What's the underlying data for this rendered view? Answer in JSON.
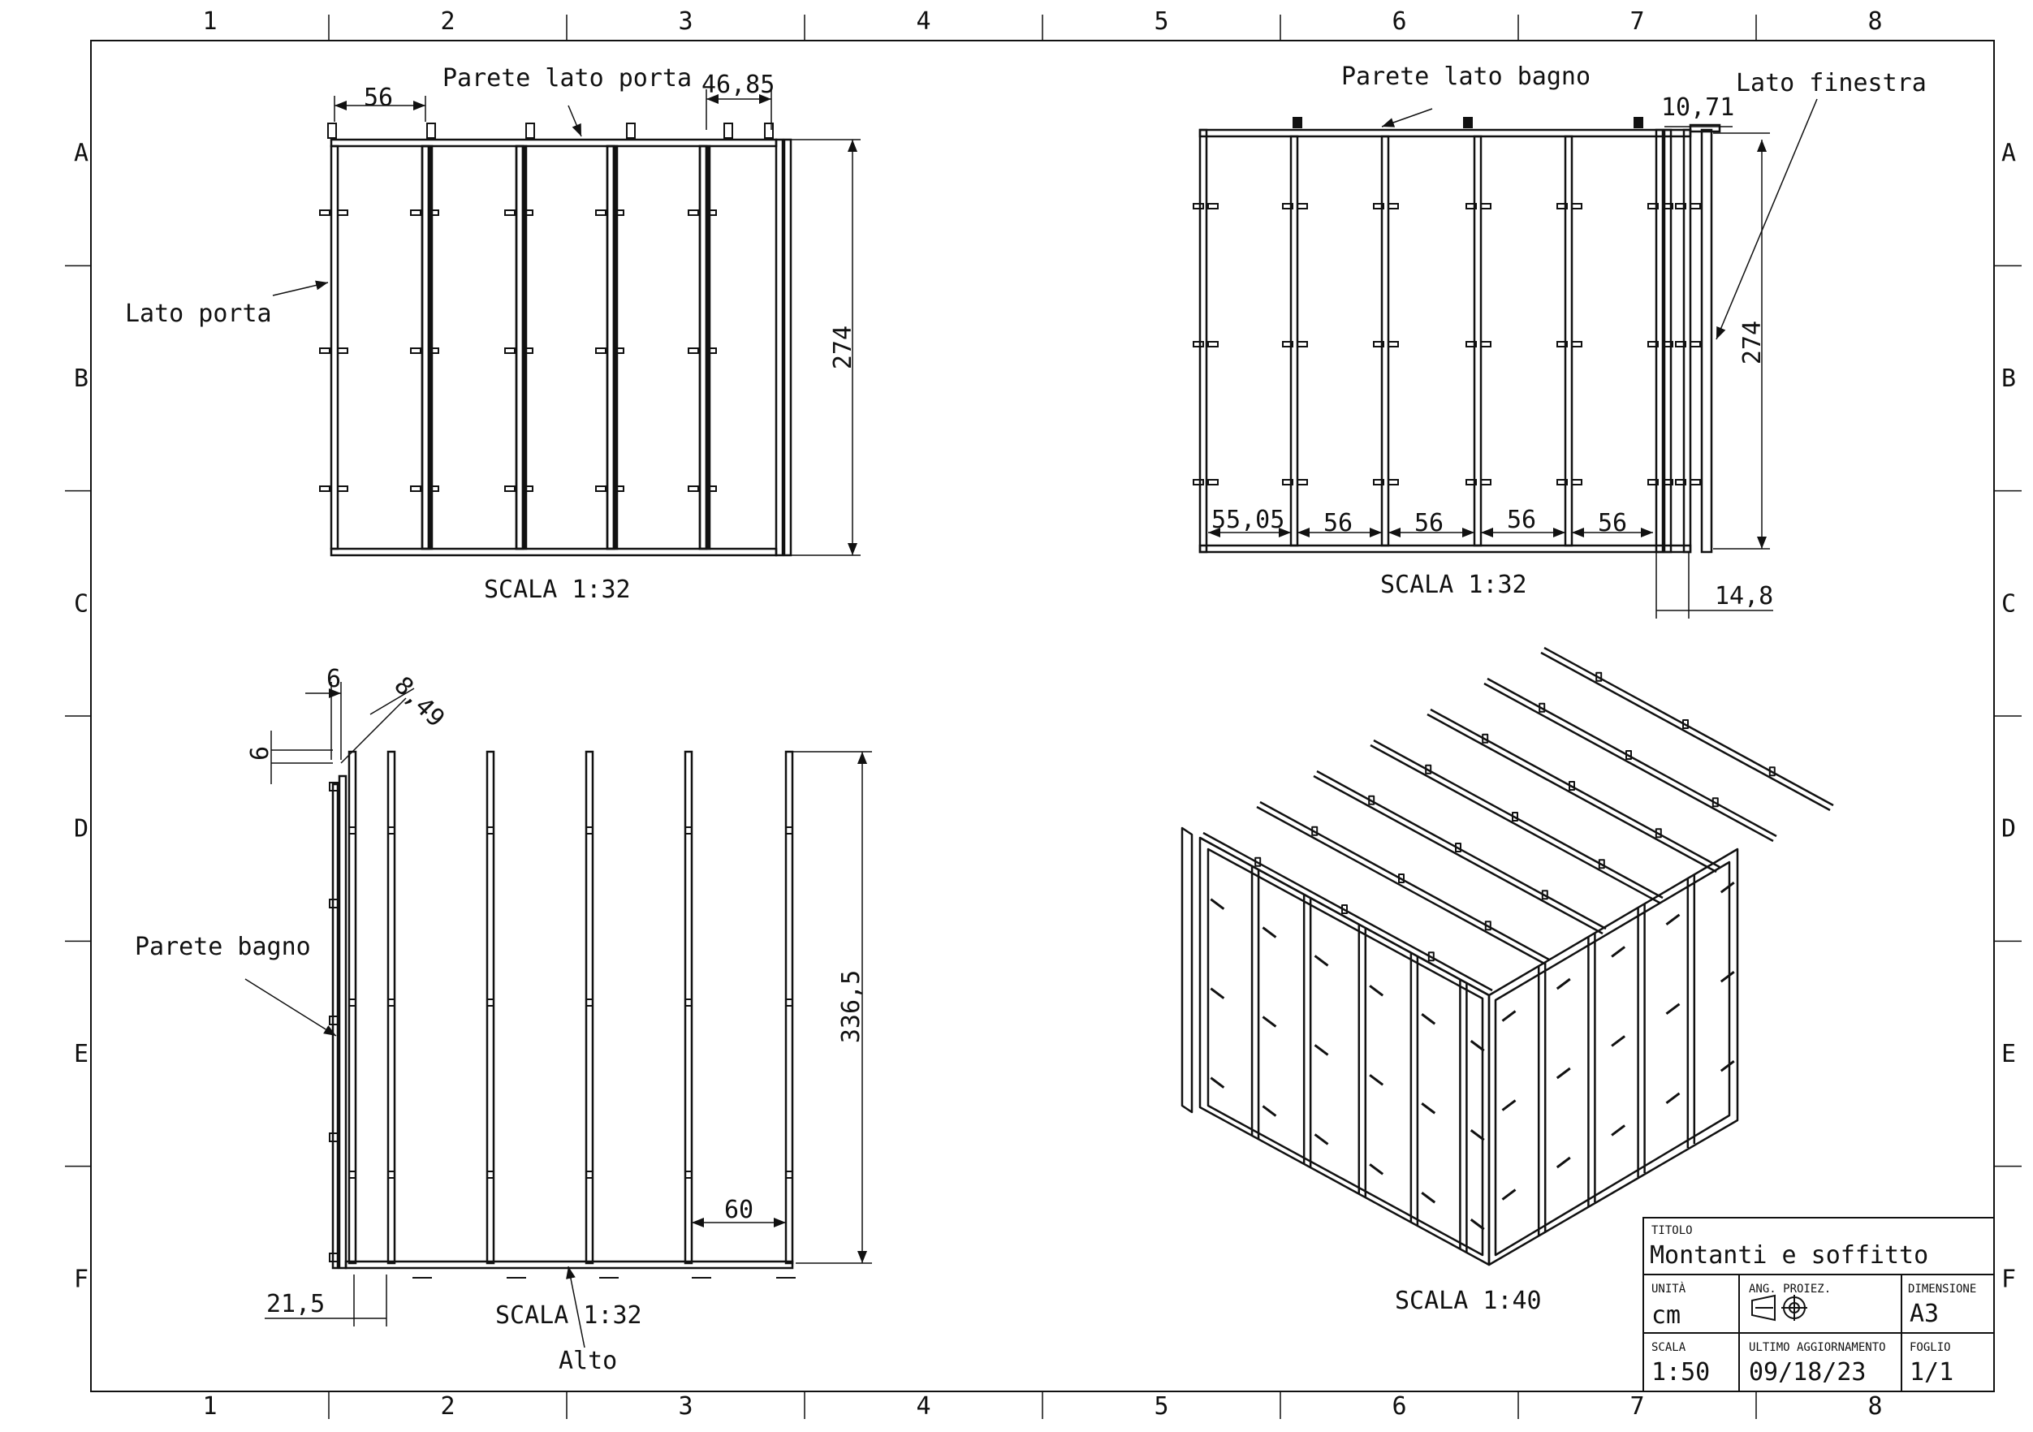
{
  "grid": {
    "columns": [
      "1",
      "2",
      "3",
      "4",
      "5",
      "6",
      "7",
      "8"
    ],
    "rows": [
      "A",
      "B",
      "C",
      "D",
      "E",
      "F"
    ]
  },
  "views": {
    "front": {
      "label_top_wall": "Parete lato porta",
      "label_side": "Lato porta",
      "dim_spacing": "56",
      "dim_end": "46,85",
      "dim_height": "274",
      "scale": "SCALA 1:32"
    },
    "rear": {
      "label_top_wall": "Parete lato bagno",
      "label_window": "Lato finestra",
      "dim_offset": "10,71",
      "dim_height": "274",
      "dim_spacings": [
        "55,05",
        "56",
        "56",
        "56",
        "56"
      ],
      "dim_bottom": "14,8",
      "scale": "SCALA 1:32"
    },
    "top": {
      "dim_a": "6",
      "dim_diag": "8,49",
      "dim_b": "6",
      "label_wall": "Parete bagno",
      "dim_height": "336,5",
      "dim_spacing": "60",
      "dim_offset": "21,5",
      "scale": "SCALA 1:32",
      "label_bottom": "Alto"
    },
    "iso": {
      "scale": "SCALA 1:40"
    }
  },
  "titleblock": {
    "title_label": "TITOLO",
    "title": "Montanti e soffitto",
    "unit_label": "UNITÀ",
    "unit": "cm",
    "proj_label": "ANG. PROIEZ.",
    "size_label": "DIMENSIONE",
    "size": "A3",
    "scale_label": "SCALA",
    "scale": "1:50",
    "updated_label": "ULTIMO AGGIORNAMENTO",
    "updated": "09/18/23",
    "sheet_label": "FOGLIO",
    "sheet": "1/1"
  }
}
